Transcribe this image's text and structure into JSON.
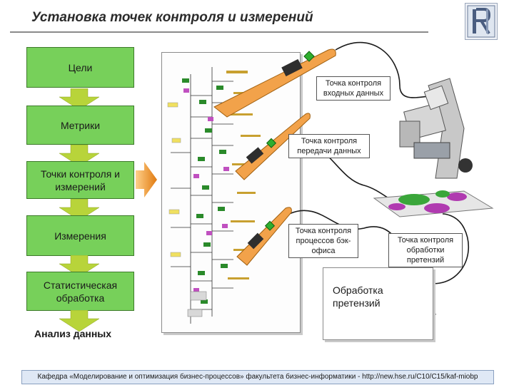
{
  "title": "Установка точек контроля и измерений",
  "steps": [
    {
      "label": "Цели"
    },
    {
      "label": "Метрики"
    },
    {
      "label": "Точки контроля и измерений"
    },
    {
      "label": "Измерения"
    },
    {
      "label": "Статистическая обработка"
    }
  ],
  "analysis_label": "Анализ данных",
  "callouts": {
    "input": "Точка контроля входных данных",
    "transfer": "Точка контроля передачи данных",
    "backoffice": "Точка контроля процессов бэк-офиса",
    "claims_point": "Точка контроля обработки претензий"
  },
  "claims_process_label": "Обработка претензий",
  "footer": "Кафедра «Моделирование и оптимизация бизнес-процессов» факультета бизнес-информатики - http://new.hse.ru/C10/C15/kaf-miobp",
  "colors": {
    "step_green": "#77d05a",
    "arrow_green": "#b8d43a",
    "arrow_orange": "#f39a1e",
    "probe_orange": "#f2a24a",
    "cable": "#1a1a1a"
  },
  "icons": [
    "hse-logo-icon",
    "microscope-icon",
    "thermometer-probe-icon",
    "process-model-icon"
  ]
}
